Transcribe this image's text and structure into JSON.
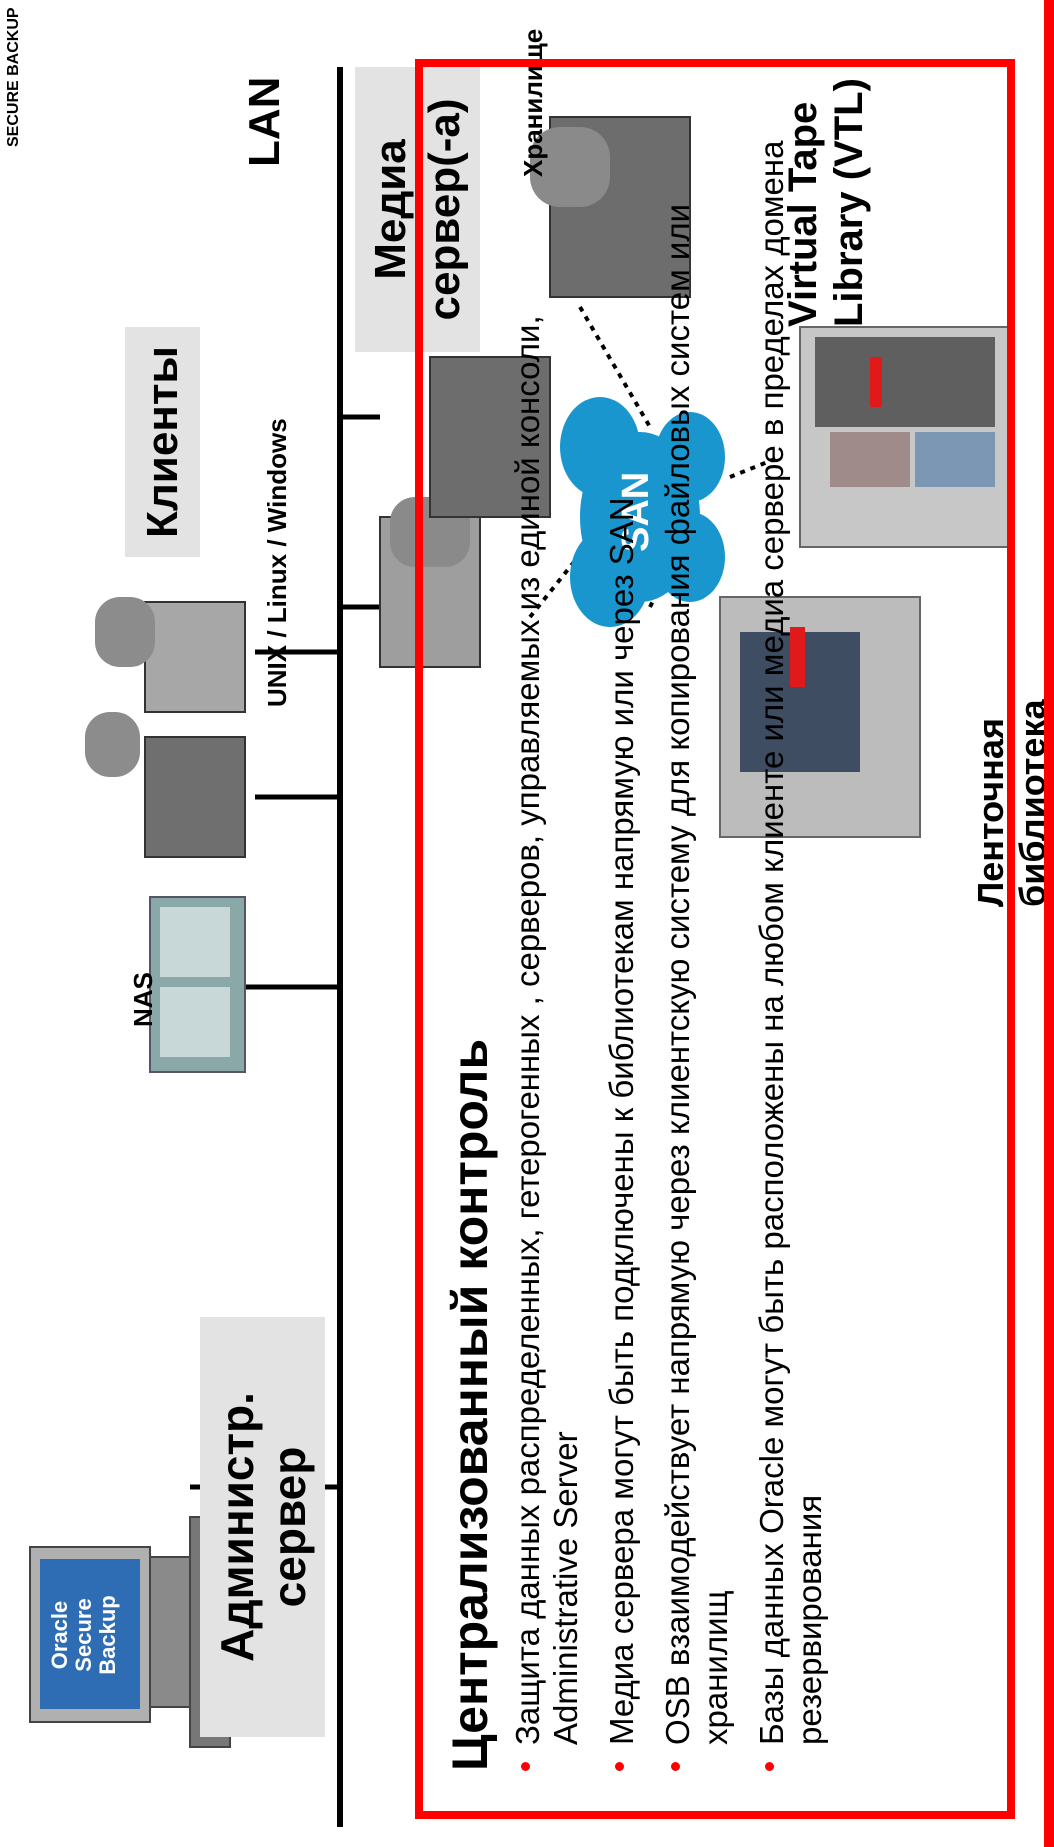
{
  "brand": "SECURE BACKUP",
  "labels": {
    "admin": "Администр. сервер",
    "clients": "Клиенты",
    "media": "Медиа сервер(-а)",
    "nas": "NAS",
    "unix": "UNIX / Linux / Windows",
    "lan": "LAN",
    "storage": "Хранилище",
    "vtl": "Virtual Tape Library (VTL)",
    "tape": "Ленточная библиотека",
    "san": "SAN",
    "osb_logo": "Oracle Secure Backup"
  },
  "info": {
    "title": "Централизованный контроль",
    "bullets": [
      "Защита данных распределенных, гетерогенных , серверов, управляемых из единой консоли, Administrative Server",
      "Медиа сервера могут быть подключены к библиотекам напрямую или через SAN",
      "OSB взаимодействует напрямую через клиентскую систему для копирования файловых систем или хранилищ",
      "Базы данных Oracle могут быть расположены на любом клиенте или медиа сервере в пределах домена резервирования"
    ]
  },
  "colors": {
    "accent": "#ff0000",
    "san": "#1a96cf",
    "label_bg": "#e3e3e3"
  }
}
